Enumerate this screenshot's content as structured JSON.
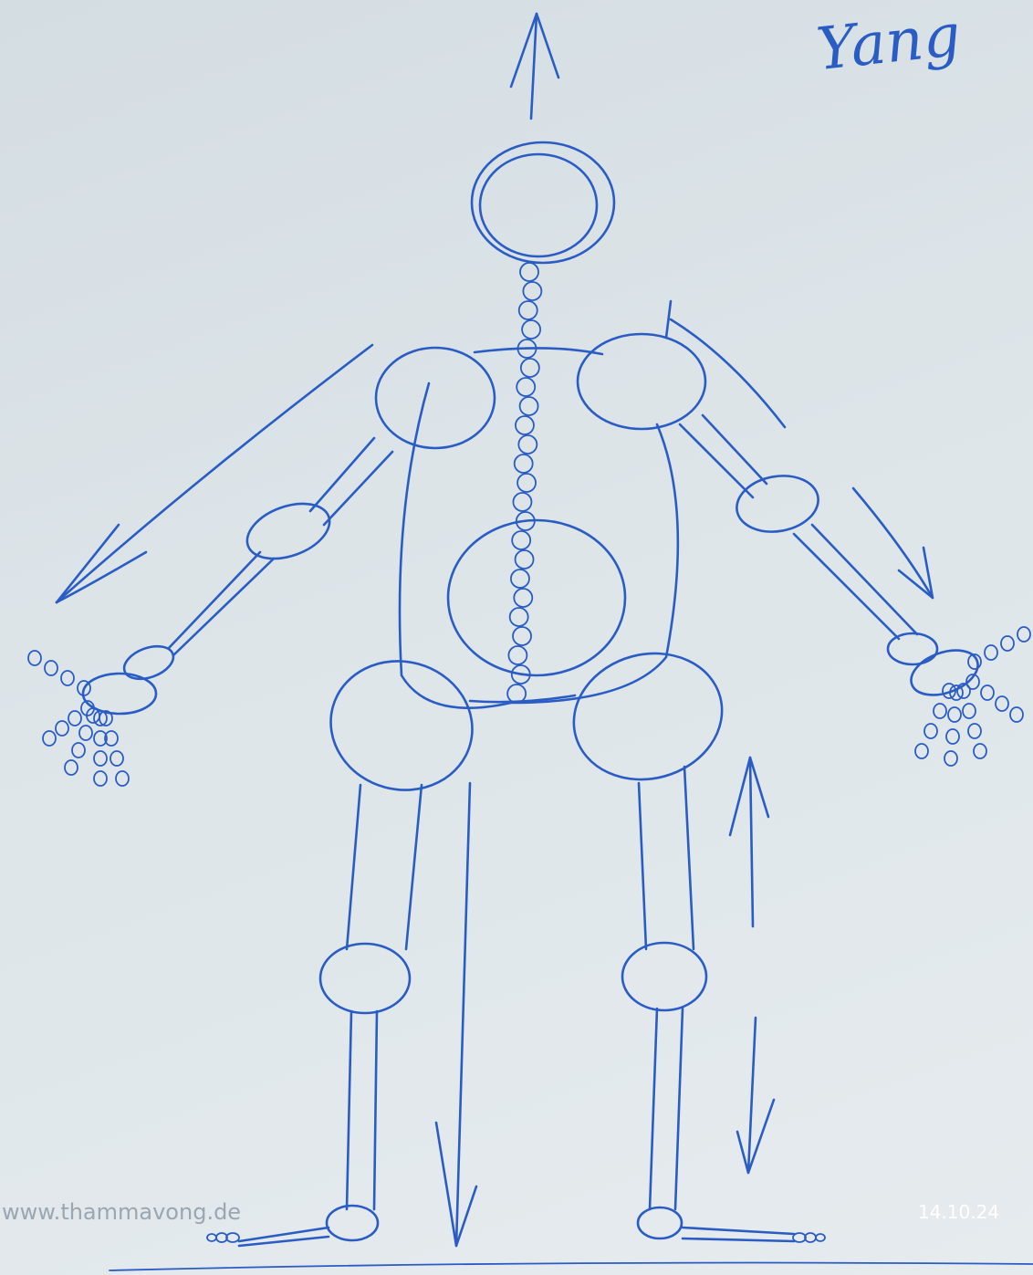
{
  "signature": "Yang",
  "watermark": "www.thammavong.de",
  "date": "14.10.24",
  "ink_color": "#2a5cc4"
}
